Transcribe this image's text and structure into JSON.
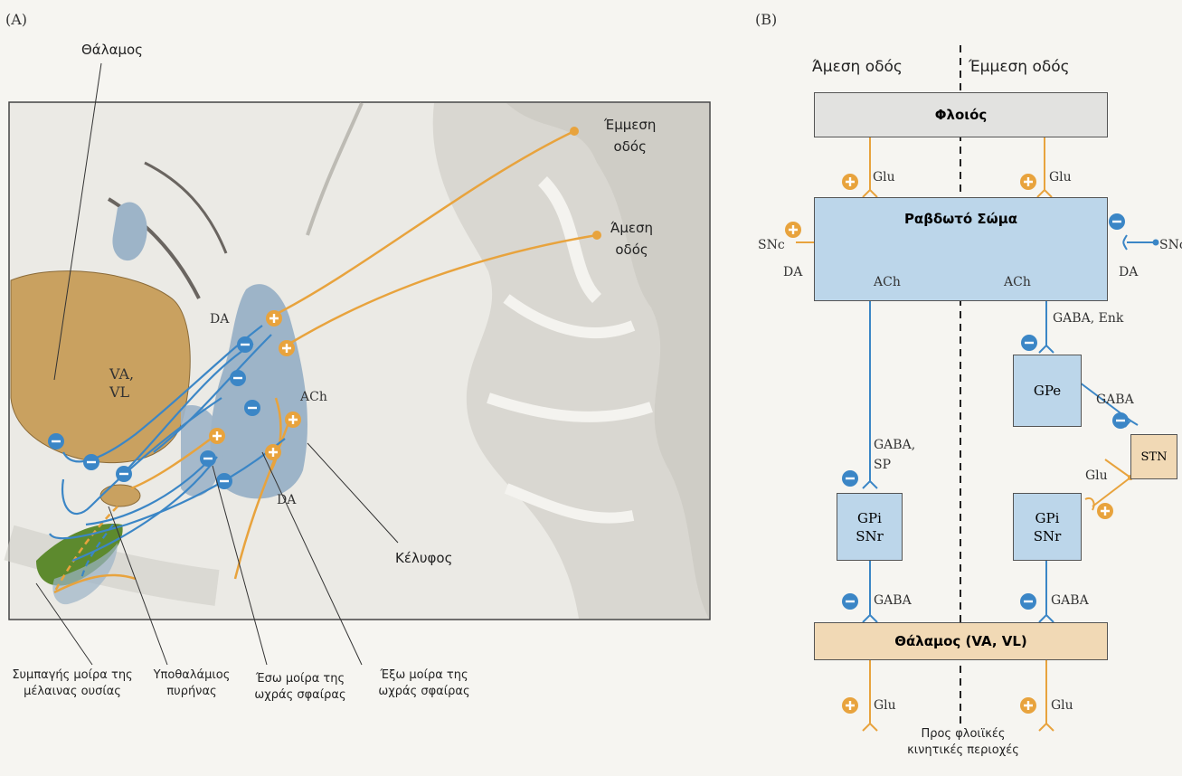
{
  "panel_a": {
    "letter": "(A)",
    "thalamus_label": "Θάλαμος",
    "indirect_label": "Έμμεση\nοδός",
    "direct_label": "Άμεση\nοδός",
    "va_vl_label": "VA,\nVL",
    "da_top": "DA",
    "ach_label": "ACh",
    "da_bottom": "DA",
    "shell_label": "Κέλυφος",
    "snc_label": "Συμπαγής μοίρα της\nμέλαινας ουσίας",
    "stn_label": "Υποθαλάμιος\nπυρήνας",
    "gpi_label": "Έσω μοίρα της\nωχράς σφαίρας",
    "gpe_label": "Έξω μοίρα της\nωχράς σφαίρας"
  },
  "panel_b": {
    "letter": "(B)",
    "direct_header": "Άμεση οδός",
    "indirect_header": "Έμμεση οδός",
    "cortex": "Φλοιός",
    "striatum": "Ραβδωτό Σώμα",
    "glu": "Glu",
    "snc_left": "SNc",
    "snc_right": "SNc",
    "da_left": "DA",
    "da_right": "DA",
    "ach": "ACh",
    "gaba_enk": "GABA, Enk",
    "gpe": "GPe",
    "gaba": "GABA",
    "stn": "STN",
    "gaba_sp": "GABA,\nSP",
    "gpi_snr": "GPi\nSNr",
    "thalamus": "Θάλαμος (VA, VL)",
    "footer": "Προς φλοιϊκές\nκινητικές περιοχές"
  },
  "colors": {
    "orange": "#e8a33d",
    "blue": "#3b86c6",
    "box_blue": "#bcd6ea",
    "box_tan": "#f1d9b5",
    "box_grey": "#e2e2e0",
    "thalamus_fill": "#c9a160",
    "nucleus_blue": "#9db4c8",
    "snc_green": "#5d8a2e"
  }
}
